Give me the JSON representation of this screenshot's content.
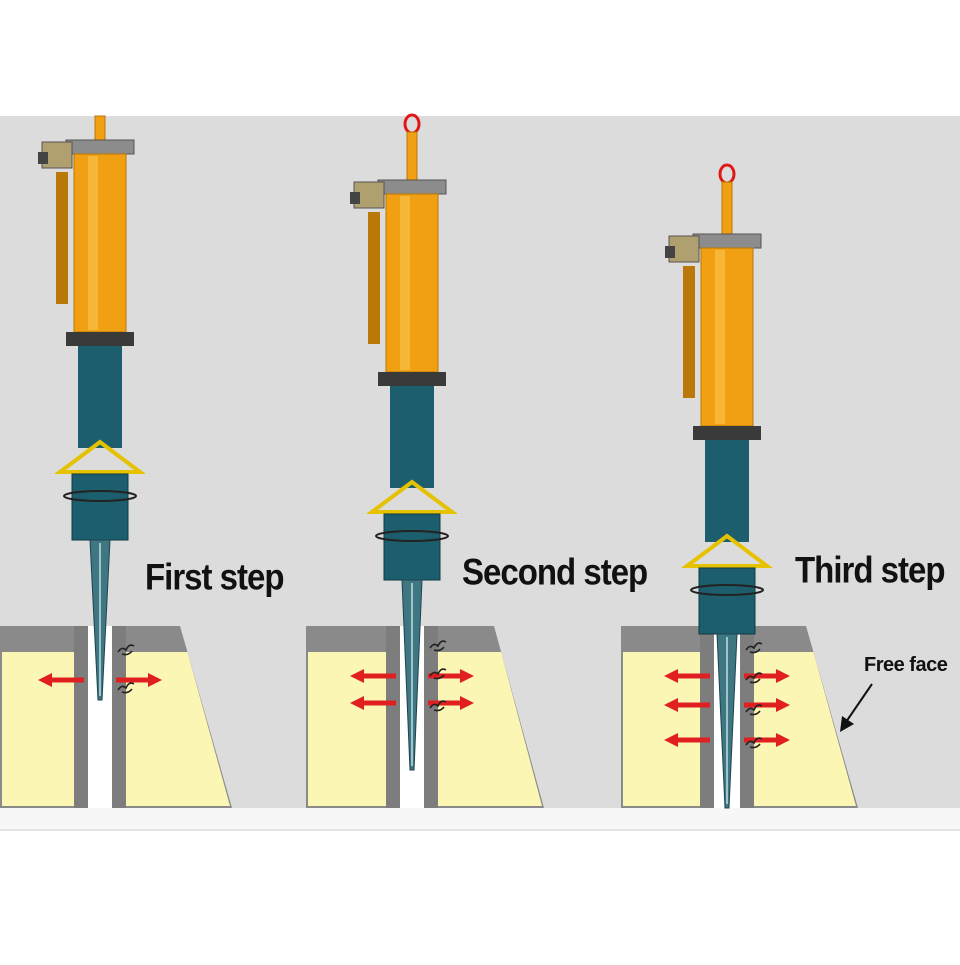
{
  "labels": {
    "step1": "First step",
    "step2": "Second step",
    "step3": "Third step",
    "free_face": "Free face"
  },
  "icons": [
    "lifting-ring-icon",
    "hydraulic-cylinder-icon",
    "splitting-wedge-icon",
    "crack-icon",
    "arrow-icon"
  ],
  "colors": {
    "panel_background": "#dcdcdc",
    "rock": "#fbf6b4",
    "rock_top": "#8a8a8a",
    "hole_wall": "#7d7d7d",
    "cylinder": "#f0a012",
    "cylinder_dark": "#b97808",
    "sleeve": "#1d5e6e",
    "wedge": "#3e7682",
    "bracket": "#e6c100",
    "force_arrow": "#e02020",
    "ring": "#e01818"
  }
}
